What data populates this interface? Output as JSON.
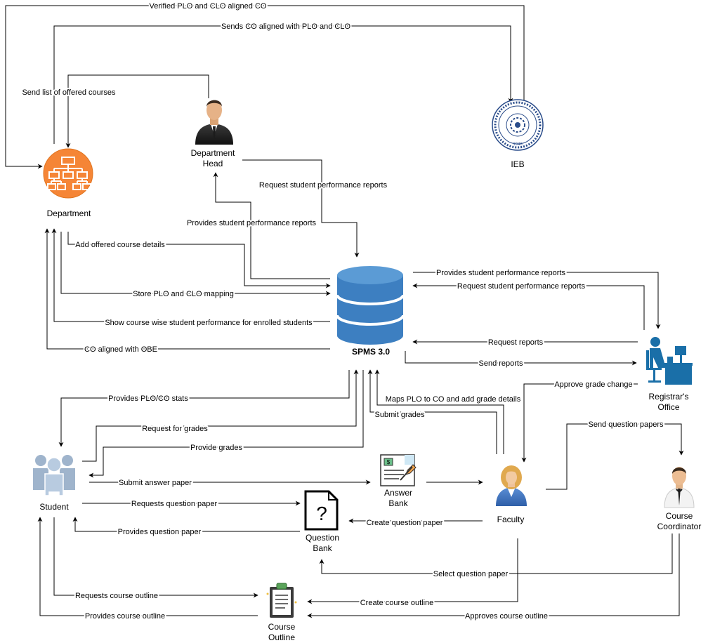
{
  "nodes": {
    "department": "Department",
    "department_head_1": "Department",
    "department_head_2": "Head",
    "ieb": "IEB",
    "spms": "SPMS 3.0",
    "registrar_1": "Registrar's",
    "registrar_2": "Office",
    "student": "Student",
    "answer_bank_1": "Answer",
    "answer_bank_2": "Bank",
    "question_bank_1": "Question",
    "question_bank_2": "Bank",
    "faculty": "Faculty",
    "coordinator_1": "Course",
    "coordinator_2": "Coordinator",
    "outline_1": "Course",
    "outline_2": "Outline"
  },
  "edges": {
    "verified_plo_clo": "Verified PLO and CLO aligned CO",
    "sends_co_aligned": "Sends CO aligned with PLO and CLO",
    "send_offered_courses": "Send list of offered courses",
    "request_perf_reports": "Request student performance  reports",
    "provides_perf_reports_head": "Provides student performance reports",
    "add_offered_course_details": "Add offered course details",
    "store_plo_clo": "Store PLO and CLO mapping",
    "show_course_wise": "Show course wise student performance for enrolled students",
    "co_aligned_obe": "CO aligned with OBE",
    "provides_perf_reports_reg": "Provides student performance reports",
    "request_perf_reports_reg": "Request student performance reports",
    "request_reports": "Request reports",
    "send_reports": "Send reports",
    "provides_plo_co_stats": "Provides PLO/CO stats",
    "maps_plo_to_co": "Maps PLO to CO and add grade details",
    "approve_grade_change": "Approve grade change",
    "request_for_grades": "Request for grades",
    "submit_grades": "Submit grades",
    "send_question_papers": "Send question papers",
    "provide_grades": "Provide grades",
    "submit_answer_paper": "Submit answer paper",
    "requests_question_paper": "Requests question paper",
    "create_question_paper": "Create question paper",
    "provides_question_paper": "Provides question paper",
    "select_question_paper": "Select question paper",
    "requests_course_outline": "Requests course outline",
    "create_course_outline": "Create course outline",
    "provides_course_outline": "Provides course outline",
    "approves_course_outline": "Approves course outline"
  },
  "ieb_seal": {
    "text": "THE INSTITUTION OF ENGINEERS BANGLADESH",
    "year": "1948"
  }
}
